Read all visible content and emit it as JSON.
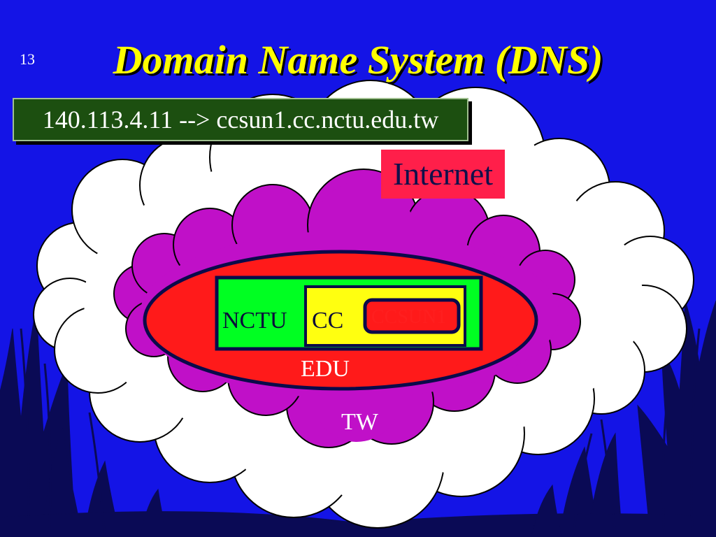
{
  "slide": {
    "number": "13",
    "title": "Domain Name System (DNS)",
    "mapping": "140.113.4.11 --> ccsun1.cc.nctu.edu.tw"
  },
  "diagram": {
    "internet": "Internet",
    "tw": "TW",
    "edu": "EDU",
    "nctu": "NCTU",
    "cc": "CC",
    "host": "CCSUN1"
  },
  "colors": {
    "background": "#1414e6",
    "title": "#ffff00",
    "mapping_box": "#1c4f10",
    "internet_box": "#ff1f4a",
    "cloud_internet": "#ffffff",
    "cloud_tw": "#c010c8",
    "ellipse_edu": "#ff1a1a",
    "box_nctu": "#00ff22",
    "box_cc": "#ffff10",
    "box_host": "#ff1a1a",
    "outline": "#0a0a4a",
    "grass": "#0a0a55"
  },
  "icons": [
    "cloud-shape",
    "grass-silhouette"
  ]
}
